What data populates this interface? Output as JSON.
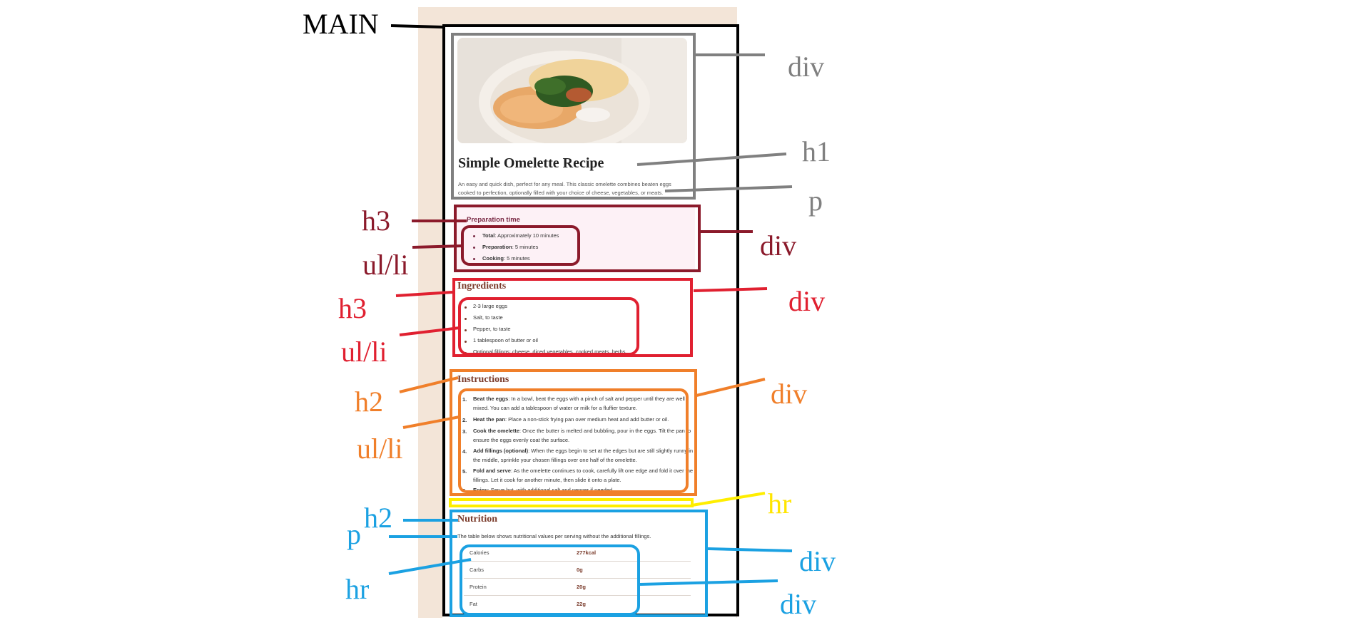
{
  "recipe": {
    "title": "Simple Omelette Recipe",
    "intro": "An easy and quick dish, perfect for any meal. This classic omelette combines beaten eggs cooked to perfection, optionally filled with your choice of cheese, vegetables, or meats.",
    "photo_alt": "omelette with spinach on a plate"
  },
  "prep": {
    "title": "Preparation time",
    "items": [
      {
        "label": "Total",
        "text": ": Approximately 10 minutes"
      },
      {
        "label": "Preparation",
        "text": ": 5 minutes"
      },
      {
        "label": "Cooking",
        "text": ": 5 minutes"
      }
    ]
  },
  "ingredients": {
    "title": "Ingredients",
    "items": [
      "2-3 large eggs",
      "Salt, to taste",
      "Pepper, to taste",
      "1 tablespoon of butter or oil",
      "Optional fillings: cheese, diced vegetables, cooked meats, herbs"
    ]
  },
  "instructions": {
    "title": "Instructions",
    "steps": [
      {
        "num": "1.",
        "label": "Beat the eggs",
        "text": ": In a bowl, beat the eggs with a pinch of salt and pepper until they are well mixed. You can add a tablespoon of water or milk for a fluffier texture."
      },
      {
        "num": "2.",
        "label": "Heat the pan",
        "text": ": Place a non-stick frying pan over medium heat and add butter or oil."
      },
      {
        "num": "3.",
        "label": "Cook the omelette",
        "text": ": Once the butter is melted and bubbling, pour in the eggs. Tilt the pan to ensure the eggs evenly coat the surface."
      },
      {
        "num": "4.",
        "label": "Add fillings (optional)",
        "text": ": When the eggs begin to set at the edges but are still slightly runny in the middle, sprinkle your chosen fillings over one half of the omelette."
      },
      {
        "num": "5.",
        "label": "Fold and serve",
        "text": ": As the omelette continues to cook, carefully lift one edge and fold it over the fillings. Let it cook for another minute, then slide it onto a plate."
      },
      {
        "num": "6.",
        "label": "Enjoy",
        "text": ": Serve hot, with additional salt and pepper if needed."
      }
    ]
  },
  "nutrition": {
    "title": "Nutrition",
    "intro": "The table below shows nutritional values per serving without the additional fillings.",
    "rows": [
      {
        "label": "Calories",
        "value": "277kcal"
      },
      {
        "label": "Carbs",
        "value": "0g"
      },
      {
        "label": "Protein",
        "value": "20g"
      },
      {
        "label": "Fat",
        "value": "22g"
      }
    ]
  },
  "annotations": {
    "main": "MAIN",
    "photo_div": "div",
    "h1": "h1",
    "p": "p",
    "prep_h3": "h3",
    "prep_div": "div",
    "prep_ul": "ul/li",
    "ingr_h3": "h3",
    "ingr_div": "div",
    "ingr_ul": "ul/li",
    "inst_h2": "h2",
    "inst_div": "div",
    "inst_ul": "ul/li",
    "hr": "hr",
    "nut_h2": "h2",
    "nut_p": "p",
    "nut_hr": "hr",
    "nut_div1": "div",
    "nut_div2": "div"
  },
  "colors": {
    "main": "#000000",
    "photo": "#808080",
    "prep": "#8b1a2b",
    "ingredients": "#e02030",
    "instructions": "#f07f2a",
    "hr": "#ffee00",
    "nutrition": "#1ba1e2"
  }
}
